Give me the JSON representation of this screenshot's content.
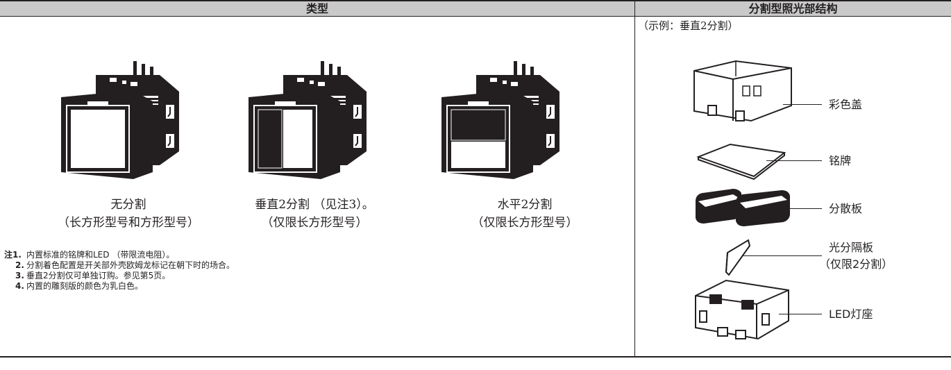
{
  "header": {
    "left_title": "类型",
    "right_title": "分割型照光部结构"
  },
  "types": [
    {
      "name": "无分割",
      "note": "（长方形型号和方形型号）",
      "split": "none"
    },
    {
      "name": "垂直2分割 （见注3）。",
      "note": "（仅限长方形型号）",
      "split": "vertical"
    },
    {
      "name": "水平2分割",
      "note": "（仅限长方形型号）",
      "split": "horizontal"
    }
  ],
  "notes": [
    {
      "num": "注1.",
      "text": "内置标准的铭牌和LED （带限流电阻）。"
    },
    {
      "num": "2.",
      "text": "分割着色配置是开关部外壳欧姆龙标记在朝下时的场合。"
    },
    {
      "num": "3.",
      "text": "垂直2分割仅可单独订购。参见第5页。"
    },
    {
      "num": "4.",
      "text": "内置的雕刻版的颜色为乳白色。"
    }
  ],
  "structure": {
    "example": "（示例：垂直2分割）",
    "parts": [
      {
        "label": "彩色盖"
      },
      {
        "label": "铭牌"
      },
      {
        "label": "分散板"
      },
      {
        "label": "光分隔板"
      },
      {
        "label": "（仅限2分割）"
      },
      {
        "label": "LED灯座"
      }
    ]
  }
}
